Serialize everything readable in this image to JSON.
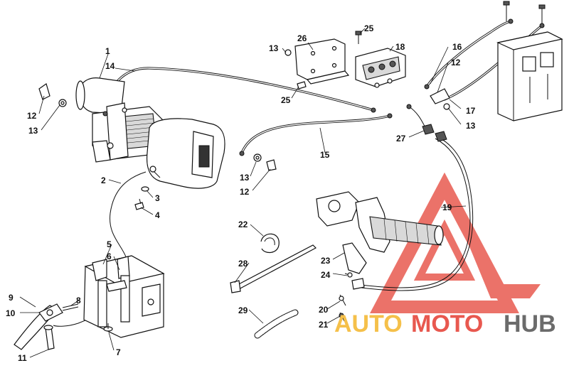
{
  "diagram": {
    "callouts": [
      {
        "id": "c1",
        "label": "1"
      },
      {
        "id": "c14",
        "label": "14"
      },
      {
        "id": "c12a",
        "label": "12"
      },
      {
        "id": "c13a",
        "label": "13"
      },
      {
        "id": "c2",
        "label": "2"
      },
      {
        "id": "c3",
        "label": "3"
      },
      {
        "id": "c4",
        "label": "4"
      },
      {
        "id": "c13b",
        "label": "13"
      },
      {
        "id": "c12b",
        "label": "12"
      },
      {
        "id": "c15",
        "label": "15"
      },
      {
        "id": "c13c",
        "label": "13"
      },
      {
        "id": "c26",
        "label": "26"
      },
      {
        "id": "c25a",
        "label": "25"
      },
      {
        "id": "c18",
        "label": "18"
      },
      {
        "id": "c25b",
        "label": "25"
      },
      {
        "id": "c16",
        "label": "16"
      },
      {
        "id": "c12c",
        "label": "12"
      },
      {
        "id": "c17",
        "label": "17"
      },
      {
        "id": "c13d",
        "label": "13"
      },
      {
        "id": "c27",
        "label": "27"
      },
      {
        "id": "c19",
        "label": "19"
      },
      {
        "id": "c22",
        "label": "22"
      },
      {
        "id": "c23",
        "label": "23"
      },
      {
        "id": "c24",
        "label": "24"
      },
      {
        "id": "c28",
        "label": "28"
      },
      {
        "id": "c20",
        "label": "20"
      },
      {
        "id": "c21",
        "label": "21"
      },
      {
        "id": "c29",
        "label": "29"
      },
      {
        "id": "c5",
        "label": "5"
      },
      {
        "id": "c6",
        "label": "6"
      },
      {
        "id": "c9",
        "label": "9"
      },
      {
        "id": "c10",
        "label": "10"
      },
      {
        "id": "c8",
        "label": "8"
      },
      {
        "id": "c7",
        "label": "7"
      },
      {
        "id": "c11",
        "label": "11"
      }
    ]
  },
  "watermark": {
    "part1": "AUTO",
    "part2": "MOTO",
    "part3": "HUB",
    "colors": {
      "auto": "#f5c04a",
      "moto": "#e8584f",
      "hub": "#6b6b6b",
      "triangle": "#e85a50"
    }
  }
}
